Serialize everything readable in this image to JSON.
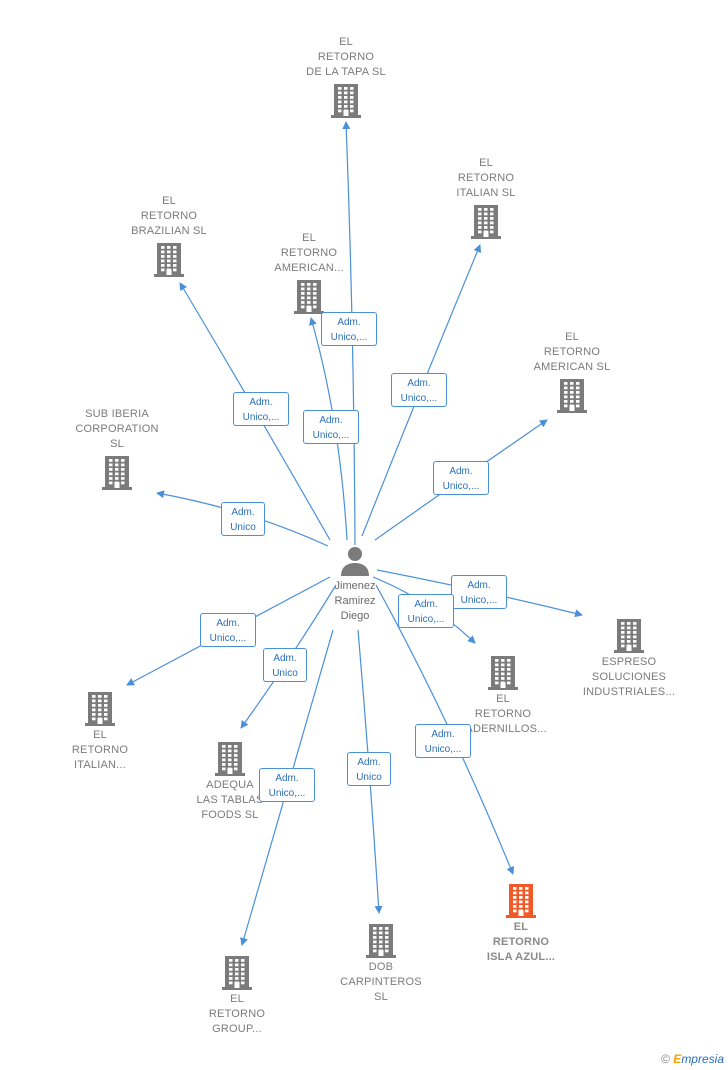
{
  "person": {
    "label": "Jimenez\nRamirez\nDiego",
    "icon": "person-icon"
  },
  "companies": [
    {
      "id": "tapa",
      "label": "EL\nRETORNO\nDE LA TAPA  SL",
      "icon": "building-icon",
      "highlight": false
    },
    {
      "id": "italian_sl",
      "label": "EL\nRETORNO\nITALIAN  SL",
      "icon": "building-icon",
      "highlight": false
    },
    {
      "id": "brazilian",
      "label": "EL\nRETORNO\nBRAZILIAN  SL",
      "icon": "building-icon",
      "highlight": false
    },
    {
      "id": "american_trunc",
      "label": "EL\nRETORNO\nAMERICAN...",
      "icon": "building-icon",
      "highlight": false
    },
    {
      "id": "american_sl",
      "label": "EL\nRETORNO\nAMERICAN  SL",
      "icon": "building-icon",
      "highlight": false
    },
    {
      "id": "sub_iberia",
      "label": "SUB IBERIA\nCORPORATION\nSL",
      "icon": "building-icon",
      "highlight": false
    },
    {
      "id": "espreso",
      "label": "ESPRESO\nSOLUCIONES\nINDUSTRIALES...",
      "icon": "building-icon",
      "highlight": false
    },
    {
      "id": "ladrillos",
      "label": "EL\nRETORNO\nLADERNILLOS...",
      "icon": "building-icon",
      "highlight": false
    },
    {
      "id": "italian_trunc",
      "label": "EL\nRETORNO\nITALIAN...",
      "icon": "building-icon",
      "highlight": false
    },
    {
      "id": "adequa",
      "label": "ADEQUA\nLAS TABLAS\nFOODS  SL",
      "icon": "building-icon",
      "highlight": false
    },
    {
      "id": "isla",
      "label": "EL\nRETORNO\nISLA AZUL...",
      "icon": "building-icon",
      "highlight": true
    },
    {
      "id": "dob",
      "label": "DOB\nCARPINTEROS\nSL",
      "icon": "building-icon",
      "highlight": false
    },
    {
      "id": "group",
      "label": "EL\nRETORNO\nGROUP...",
      "icon": "building-icon",
      "highlight": false
    }
  ],
  "roles": [
    {
      "target": "tapa",
      "label": "Adm.\nUnico,..."
    },
    {
      "target": "italian_sl",
      "label": "Adm.\nUnico,..."
    },
    {
      "target": "brazilian",
      "label": "Adm.\nUnico,..."
    },
    {
      "target": "american_trunc",
      "label": "Adm.\nUnico,..."
    },
    {
      "target": "american_sl",
      "label": "Adm.\nUnico,..."
    },
    {
      "target": "sub_iberia",
      "label": "Adm.\nUnico"
    },
    {
      "target": "espreso",
      "label": "Adm.\nUnico,..."
    },
    {
      "target": "ladrillos",
      "label": "Adm.\nUnico,..."
    },
    {
      "target": "italian_trunc",
      "label": "Adm.\nUnico,..."
    },
    {
      "target": "adequa",
      "label": "Adm.\nUnico"
    },
    {
      "target": "isla",
      "label": "Adm.\nUnico,..."
    },
    {
      "target": "dob",
      "label": "Adm.\nUnico"
    },
    {
      "target": "group",
      "label": "Adm.\nUnico,..."
    }
  ],
  "colors": {
    "edge": "#4a90d9",
    "building": "#7b7b7b",
    "building_highlight": "#f05a28",
    "role_border": "#4a90d9"
  },
  "credit": {
    "symbol": "©",
    "brand_initial": "E",
    "brand_rest": "mpresia"
  }
}
